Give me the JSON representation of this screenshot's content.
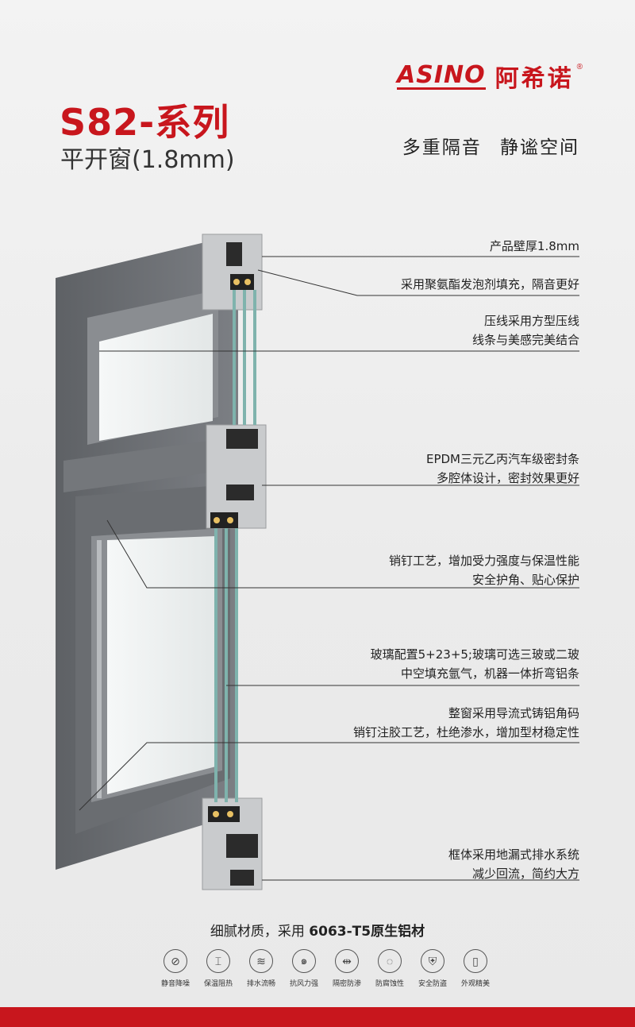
{
  "brand": {
    "en": "ASINO",
    "cn": "阿希诺",
    "reg": "®"
  },
  "title": "S82-系列",
  "subtitle": "平开窗(1.8mm)",
  "tagline": "多重隔音 静谧空间",
  "annotations": [
    {
      "lines": [
        "产品壁厚1.8mm"
      ]
    },
    {
      "lines": [
        "采用聚氨酯发泡剂填充，隔音更好"
      ]
    },
    {
      "lines": [
        "压线采用方型压线",
        "线条与美感完美结合"
      ]
    },
    {
      "lines": [
        "EPDM三元乙丙汽车级密封条",
        "多腔体设计，密封效果更好"
      ]
    },
    {
      "lines": [
        "销钉工艺，增加受力强度与保温性能",
        "安全护角、贴心保护"
      ]
    },
    {
      "lines": [
        "玻璃配置5+23+5;玻璃可选三玻或二玻",
        "中空填充氩气，机器一体折弯铝条"
      ]
    },
    {
      "lines": [
        "整窗采用导流式铸铝角码",
        "销钉注胶工艺，杜绝渗水，增加型材稳定性"
      ]
    },
    {
      "lines": [
        "框体采用地漏式排水系统",
        "减少回流，简约大方"
      ]
    }
  ],
  "material": {
    "prefix": "细腻材质，采用 ",
    "highlight": "6063-T5原生铝材"
  },
  "features": [
    {
      "icon": "mute-icon",
      "glyph": "⊘",
      "label": "静音降噪"
    },
    {
      "icon": "thermometer-icon",
      "glyph": "⌶",
      "label": "保温阻热"
    },
    {
      "icon": "water-wave-icon",
      "glyph": "≋",
      "label": "排水流畅"
    },
    {
      "icon": "wind-icon",
      "glyph": "๑",
      "label": "抗风力强"
    },
    {
      "icon": "seal-arrows-icon",
      "glyph": "⇹",
      "label": "隔密防渗"
    },
    {
      "icon": "anti-corrosion-icon",
      "glyph": "◌",
      "label": "防腐蚀性"
    },
    {
      "icon": "shield-lock-icon",
      "glyph": "⛨",
      "label": "安全防盗"
    },
    {
      "icon": "door-icon",
      "glyph": "▯",
      "label": "外观精美"
    }
  ],
  "colors": {
    "accent": "#c8161d",
    "frame": "#6f7276",
    "text": "#222222"
  }
}
